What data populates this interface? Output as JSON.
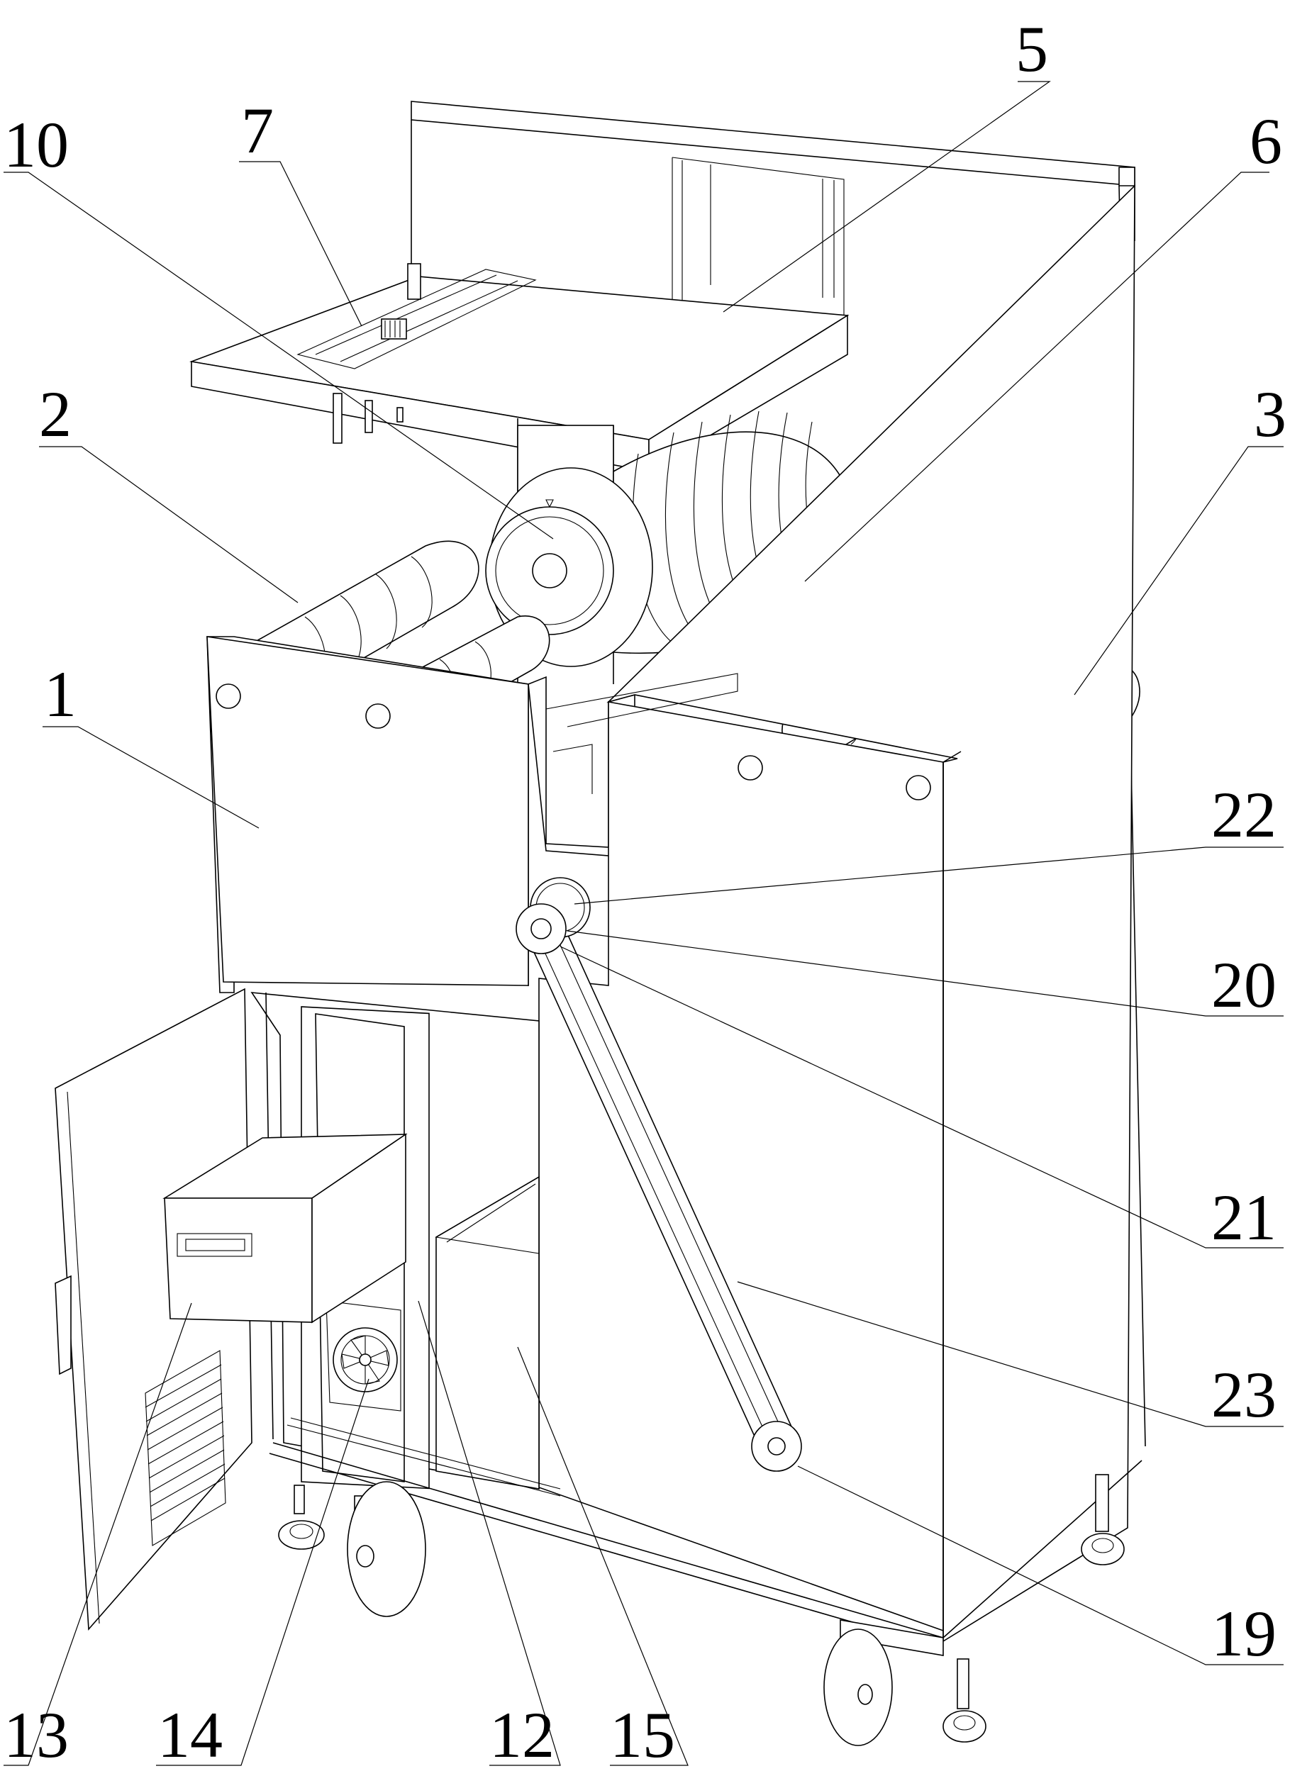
{
  "figure": {
    "title": "Perspective view of the machine",
    "line_color": "#000000",
    "background": "#ffffff"
  },
  "labels": [
    {
      "id": "1",
      "text": "1"
    },
    {
      "id": "2",
      "text": "2"
    },
    {
      "id": "3",
      "text": "3"
    },
    {
      "id": "5",
      "text": "5"
    },
    {
      "id": "6",
      "text": "6"
    },
    {
      "id": "7",
      "text": "7"
    },
    {
      "id": "10",
      "text": "10"
    },
    {
      "id": "12",
      "text": "12"
    },
    {
      "id": "13",
      "text": "13"
    },
    {
      "id": "14",
      "text": "14"
    },
    {
      "id": "15",
      "text": "15"
    },
    {
      "id": "19",
      "text": "19"
    },
    {
      "id": "20",
      "text": "20"
    },
    {
      "id": "21",
      "text": "21"
    },
    {
      "id": "22",
      "text": "22"
    },
    {
      "id": "23",
      "text": "23"
    }
  ]
}
